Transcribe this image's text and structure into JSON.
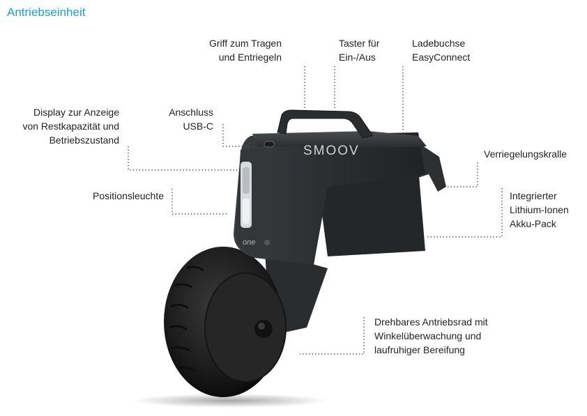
{
  "title": "Antriebseinheit",
  "product": {
    "brand_text": "SMOOV",
    "model_text": "one"
  },
  "labels": {
    "griff": [
      "Griff zum Tragen",
      "und Entriegeln"
    ],
    "taster": [
      "Taster für",
      "Ein-/Aus"
    ],
    "ladebuchse": [
      "Ladebuchse",
      "EasyConnect"
    ],
    "display": [
      "Display zur Anzeige",
      "von Restkapazität und",
      "Betriebszustand"
    ],
    "anschluss": [
      "Anschluss",
      "USB-C"
    ],
    "verriegelung": [
      "Verriegelungskralle"
    ],
    "akku": [
      "Integrierter",
      "Lithium-Ionen",
      "Akku-Pack"
    ],
    "position": [
      "Positionsleuchte"
    ],
    "antriebsrad": [
      "Drehbares Antriebsrad mit",
      "Winkelüberwachung und",
      "laufruhiger Bereifung"
    ]
  },
  "colors": {
    "title": "#1aa0d8",
    "body": "#2b2d2f",
    "tire": "#1c1c1c"
  }
}
